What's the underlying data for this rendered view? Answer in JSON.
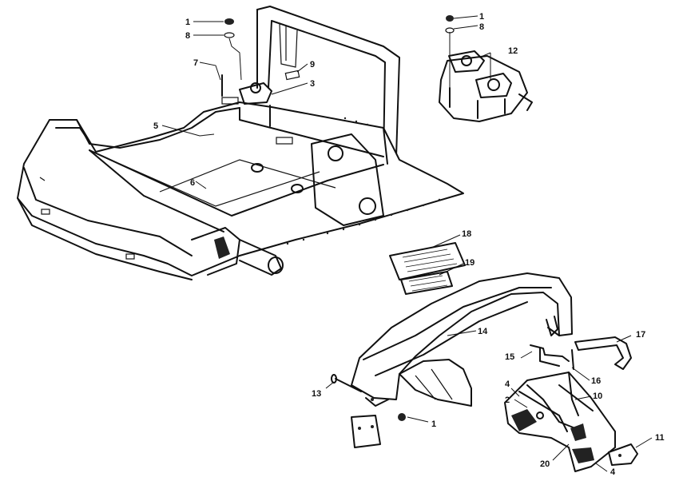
{
  "callouts": {
    "c1a": "1",
    "c8a": "8",
    "c7": "7",
    "c9": "9",
    "c3": "3",
    "c5": "5",
    "c6": "6",
    "c1b": "1",
    "c8b": "8",
    "c12": "12",
    "c18": "18",
    "c19": "19",
    "c14": "14",
    "c17": "17",
    "c15": "15",
    "c16": "16",
    "c13": "13",
    "c4a": "4",
    "c2": "2",
    "c10": "10",
    "c1c": "1",
    "c11": "11",
    "c20": "20",
    "c4b": "4"
  }
}
